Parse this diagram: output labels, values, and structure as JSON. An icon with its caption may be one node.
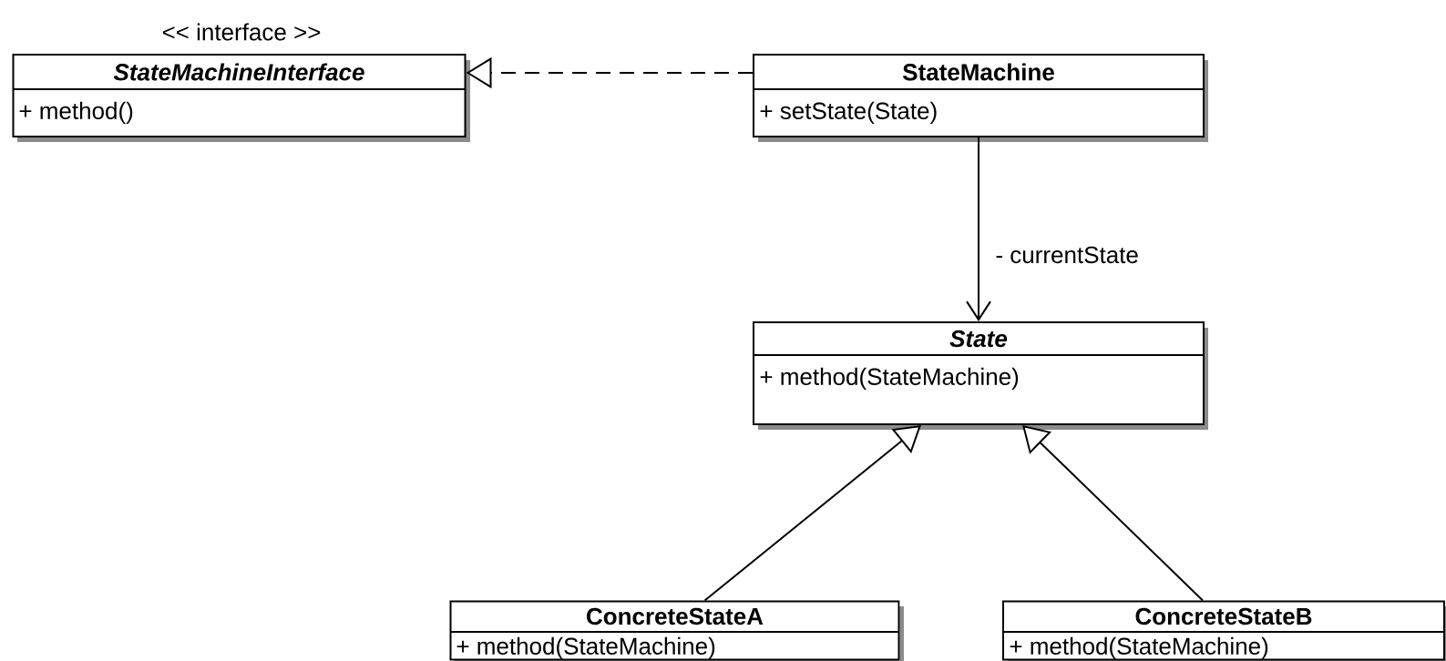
{
  "diagram": {
    "nodes": [
      {
        "text": [
          "<< interface >>",
          "StateMachineInterface",
          "+ method()"
        ]
      },
      {
        "text": [
          "StateMachine",
          "+ setState(State)"
        ]
      },
      {
        "text": [
          "State",
          "+ method(StateMachine)"
        ]
      },
      {
        "text": [
          "ConcreteStateA",
          "+ method(StateMachine)"
        ]
      },
      {
        "text": [
          "ConcreteStateB",
          "+ method(StateMachine)"
        ]
      }
    ],
    "edges": [
      {
        "from": 1,
        "to": 0,
        "arrow": "to",
        "style": "dashed"
      },
      {
        "from": 1,
        "to": 2,
        "arrow": "to",
        "label": "- currentState"
      },
      {
        "from": 3,
        "to": 2,
        "arrow": "to"
      },
      {
        "from": 4,
        "to": 2,
        "arrow": "to"
      }
    ]
  }
}
